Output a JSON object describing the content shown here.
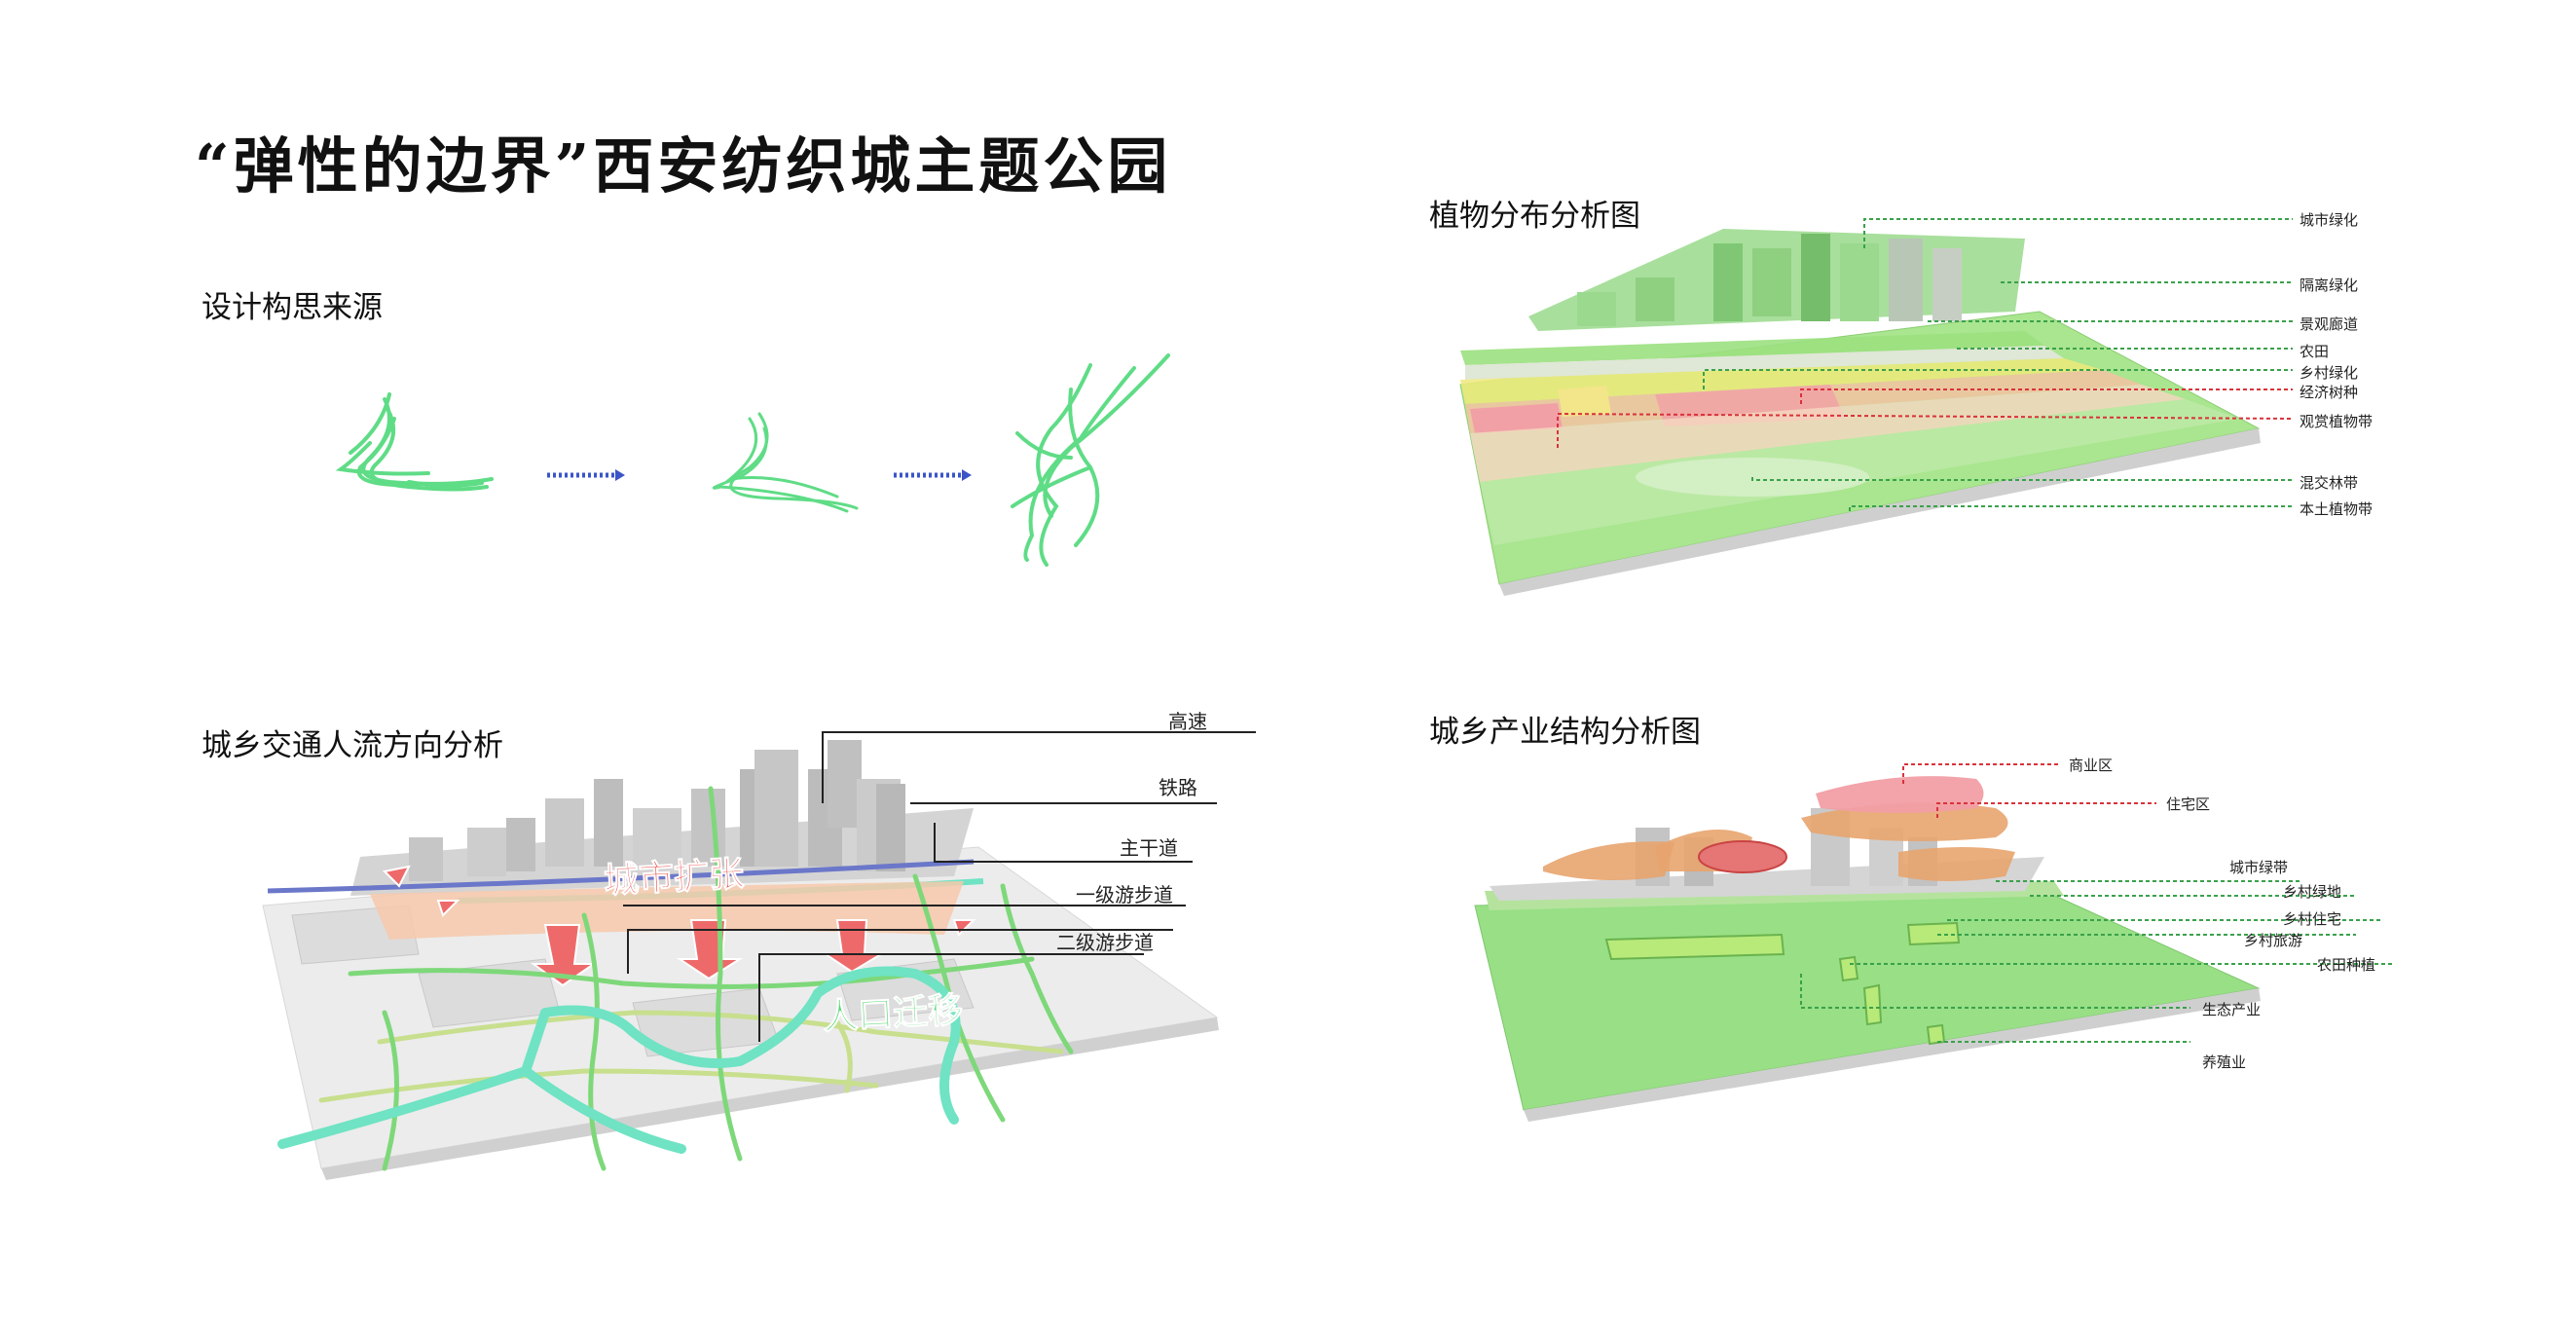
{
  "title": "“弹性的边界”西安纺织城主题公园",
  "sections": {
    "concept": "设计构思来源",
    "traffic": "城乡交通人流方向分析",
    "plants": "植物分布分析图",
    "industry": "城乡产业结构分析图"
  },
  "traffic_labels": [
    "高速",
    "铁路",
    "主干道",
    "一级游步道",
    "二级游步道"
  ],
  "traffic_overlay": {
    "city_expansion": "城市扩张",
    "population_migration": "人口迁移"
  },
  "plant_labels": [
    "城市绿化",
    "隔离绿化",
    "景观廊道",
    "农田",
    "乡村绿化",
    "经济树种",
    "观赏植物带",
    "混交林带",
    "本土植物带"
  ],
  "industry_labels": [
    "商业区",
    "住宅区",
    "城市绿带",
    "乡村绿地",
    "乡村住宅",
    "乡村旅游",
    "农田种植",
    "生态产业",
    "养殖业"
  ],
  "colors": {
    "green_line": "#5fdc86",
    "arrow_blue": "#3b55c9",
    "expansion_red": "#e8413c",
    "cyan_path": "#6fe3c3",
    "plane_green": "#8fe07a",
    "leader_green": "#3aa14b",
    "leader_red": "#d9323a",
    "leader_dark": "#222222"
  }
}
